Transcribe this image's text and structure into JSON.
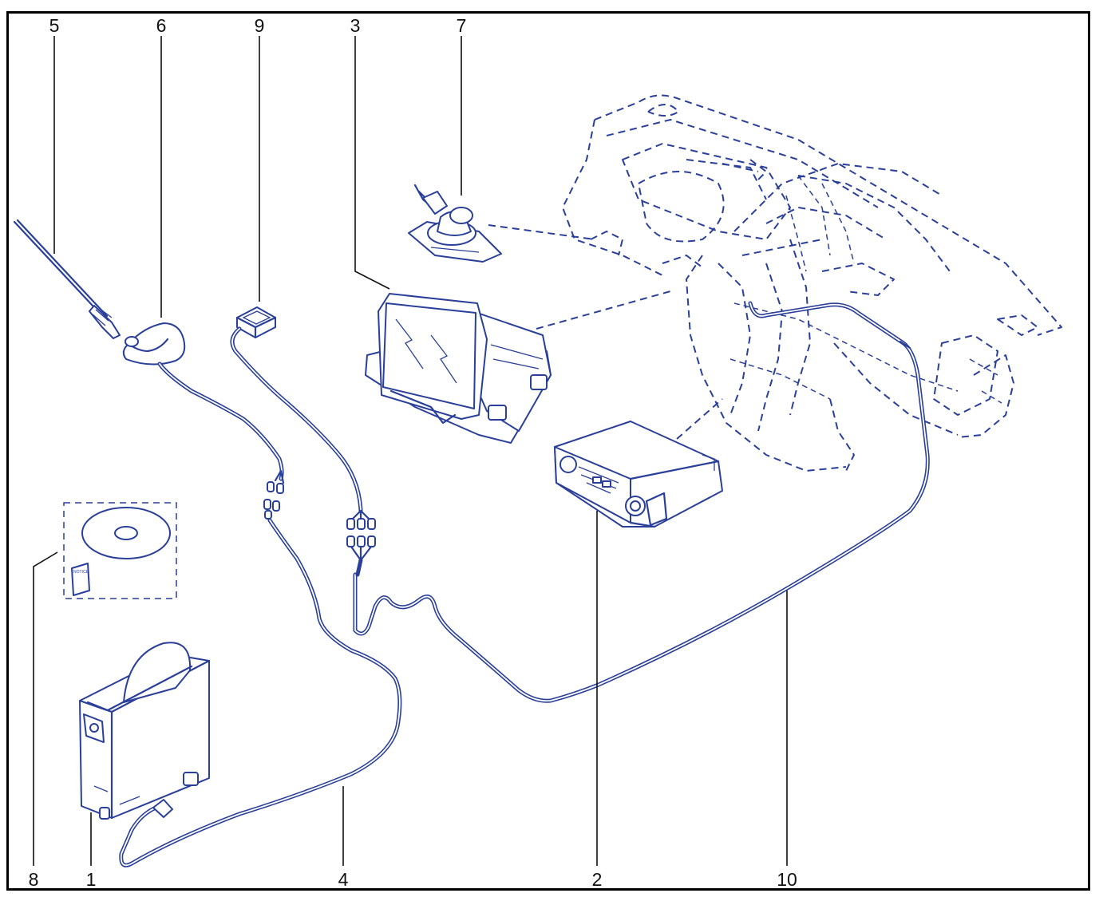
{
  "callouts": {
    "c1": "1",
    "c2": "2",
    "c3": "3",
    "c4": "4",
    "c5": "5",
    "c6": "6",
    "c7": "7",
    "c8": "8",
    "c9": "9",
    "c10": "10"
  },
  "manual_cover_text": "NOTICE",
  "colors": {
    "line_art": "#2a3f9a",
    "callout_text": "#111111",
    "frame": "#000000"
  }
}
